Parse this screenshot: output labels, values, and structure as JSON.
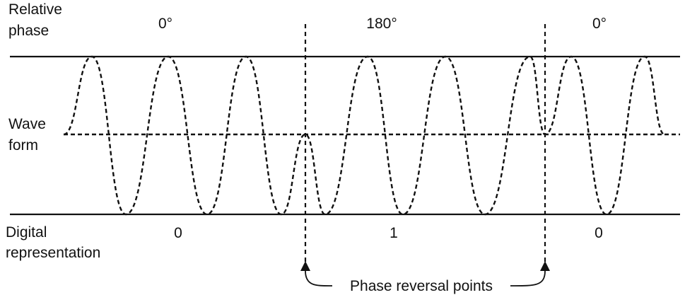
{
  "labels": {
    "relative_phase_line1": "Relative",
    "relative_phase_line2": "phase",
    "wave_form_line1": "Wave",
    "wave_form_line2": "form",
    "digital_line1": "Digital",
    "digital_line2": "representation",
    "phase_reversal_points": "Phase reversal points"
  },
  "segments": [
    {
      "phase": "0°",
      "bit": "0"
    },
    {
      "phase": "180°",
      "bit": "1"
    },
    {
      "phase": "0°",
      "bit": "0"
    }
  ]
}
